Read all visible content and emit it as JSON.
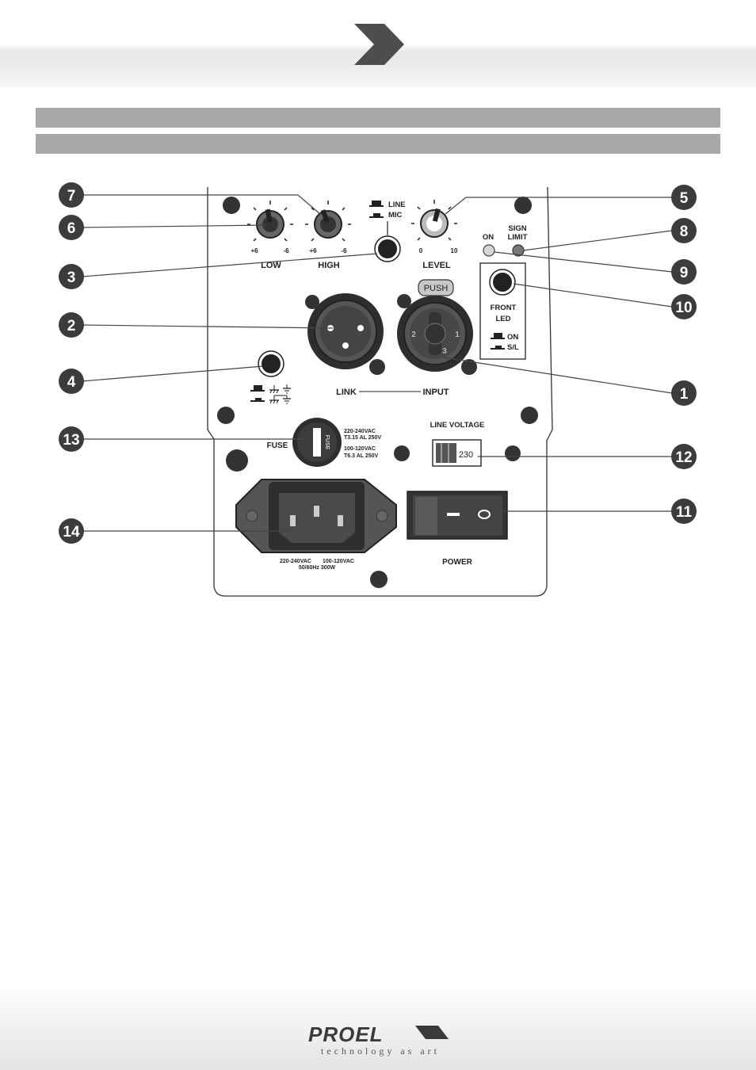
{
  "panel": {
    "knob_low": {
      "label": "LOW",
      "plus": "+6",
      "minus": "-6"
    },
    "knob_high": {
      "label": "HIGH",
      "plus": "+6",
      "minus": "-6"
    },
    "knob_level": {
      "label": "LEVEL",
      "min": "0",
      "max": "10"
    },
    "switch_line": "LINE",
    "switch_mic": "MIC",
    "led_on": "ON",
    "led_sign": "SIGN",
    "led_limit": "LIMIT",
    "front_led_line1": "FRONT",
    "front_led_line2": "LED",
    "front_on": "ON",
    "front_sl": "S/L",
    "combo_push": "PUSH",
    "pin_1": "1",
    "pin_2": "2",
    "pin_3": "3",
    "link": "LINK",
    "input": "INPUT",
    "fuse": "FUSE",
    "fuse_cap": "FUSE",
    "fuse_spec_1a": "220-240VAC",
    "fuse_spec_1b": "T3.15 AL 250V",
    "fuse_spec_2a": "100-120VAC",
    "fuse_spec_2b": "T6.3 AL 250V",
    "line_voltage": "LINE VOLTAGE",
    "voltage_value": "230",
    "power": "POWER",
    "iec_1": "220-240VAC",
    "iec_2": "100-120VAC",
    "iec_3": "50/60Hz 300W"
  },
  "callouts": [
    "1",
    "2",
    "3",
    "4",
    "5",
    "6",
    "7",
    "8",
    "9",
    "10",
    "11",
    "12",
    "13",
    "14"
  ],
  "footer": {
    "brand": "PROEL",
    "tagline": "technology as art"
  },
  "colors": {
    "bar": "#a8a8a8",
    "callout": "#3c3c3c",
    "panel_stroke": "#333333"
  }
}
